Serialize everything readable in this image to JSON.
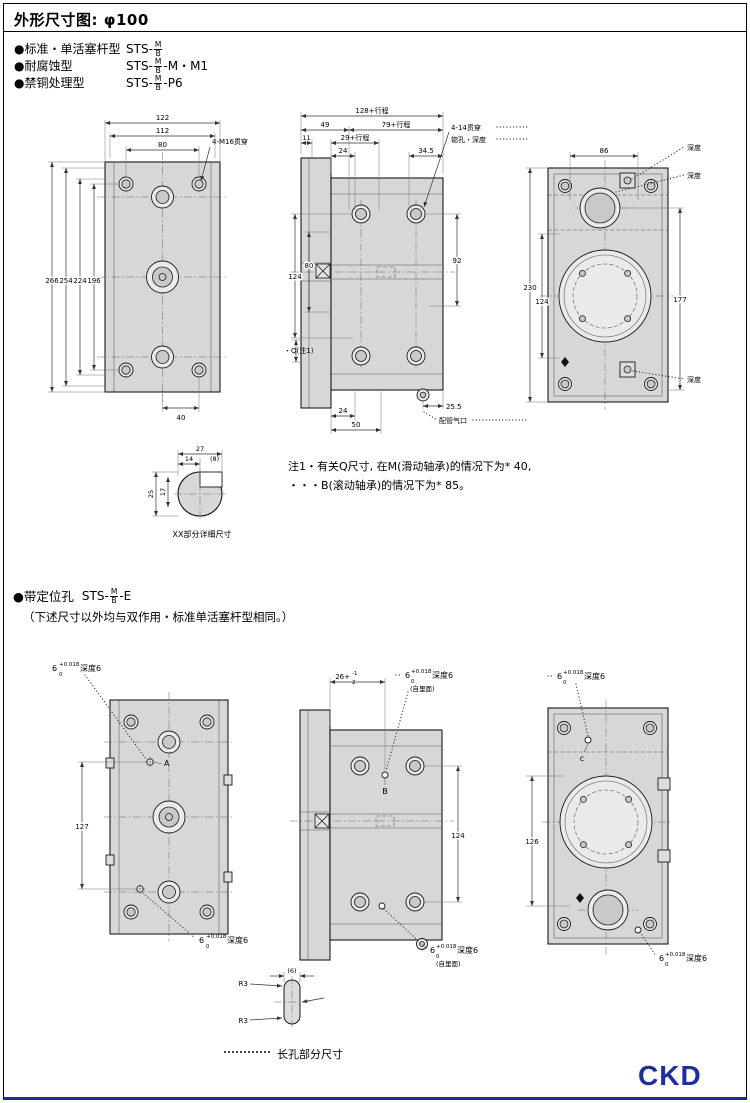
{
  "page": {
    "title": "外形尺寸图: φ100",
    "brand": "CKD"
  },
  "variants": {
    "item1": {
      "label": "●标准・单活塞杆型",
      "prefix": "STS-",
      "top": "M",
      "bot": "B",
      "suffix": ""
    },
    "item2": {
      "label": "●耐腐蚀型",
      "prefix": "STS-",
      "top": "M",
      "bot": "B",
      "suffix": "-M・M1"
    },
    "item3": {
      "label": "●禁铜处理型",
      "prefix": "STS-",
      "top": "M",
      "bot": "B",
      "suffix": "-P6"
    }
  },
  "note": {
    "line1": "注1・有关Q尺寸, 在M(滑动轴承)的情况下为* 40,",
    "line2": "・・・B(滚动轴承)的情况下为* 85。"
  },
  "section2": {
    "label": "●带定位孔",
    "prefix": "STS-",
    "top": "M",
    "bot": "B",
    "suffix": "-E",
    "subnote": "（下述尺寸以外均与双作用・标准单活塞杆型相同。）"
  },
  "front": {
    "d122": "122",
    "d112": "112",
    "d80": "80",
    "d266": "266",
    "d254": "254",
    "d224": "224",
    "d196": "196",
    "d40": "40",
    "callout": "4-M16贯穿"
  },
  "side": {
    "d128": "128+行程",
    "d49": "49",
    "d79": "79+行程",
    "d11": "11",
    "d29": "29+行程",
    "d24": "24",
    "d345": "34.5",
    "callout1": "4-14贯穿",
    "callout2": "锪孔・深度",
    "d124": "124",
    "d80": "80",
    "d92": "92",
    "q": "・Q(注1)",
    "b24": "24",
    "b50": "50",
    "b255": "25.5",
    "port": "配管气口"
  },
  "rear": {
    "d86": "86",
    "d230": "230",
    "d124": "124",
    "d177": "177",
    "depth": "深度"
  },
  "detail_xx": {
    "d27": "27",
    "d14": "14",
    "d8": "(8)",
    "d17": "17",
    "d25": "25",
    "label": "XX部分详细尺寸"
  },
  "front2": {
    "d127": "127",
    "labelA": "A"
  },
  "side2": {
    "d26": "26+",
    "d26sup": "-1",
    "d26sub": "2",
    "labelB": "B",
    "d124": "124",
    "backside": "(自里面)"
  },
  "rear2": {
    "d126": "126",
    "labelC": "c"
  },
  "detail_slot": {
    "r3": "R3",
    "d6": "(6)",
    "label": "长孔部分尺寸"
  },
  "tol": {
    "base": "6",
    "sup": "+0.018",
    "sub": "0",
    "suffix": "深度6"
  }
}
